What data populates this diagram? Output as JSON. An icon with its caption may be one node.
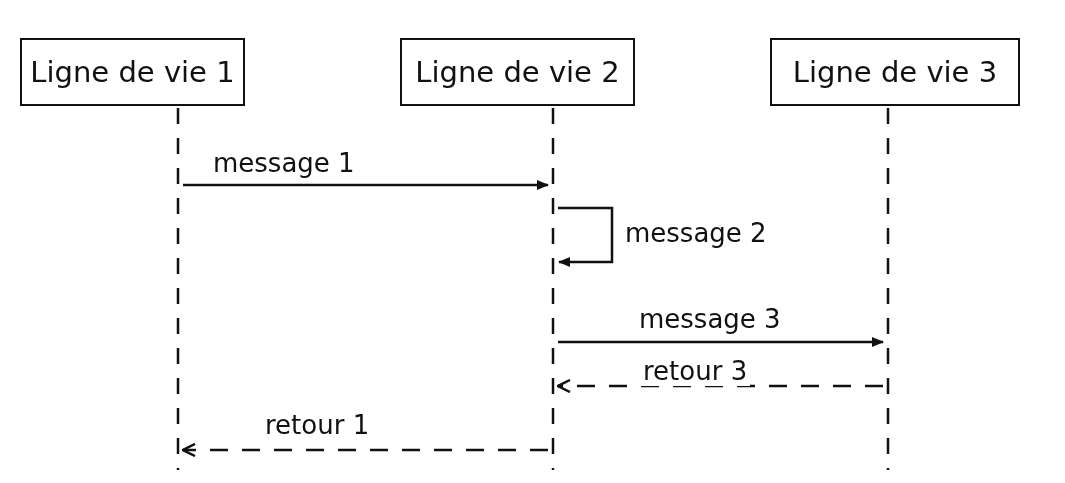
{
  "diagram": {
    "nodes": [
      {
        "text": [
          "Ligne de vie 1"
        ]
      },
      {
        "text": [
          "Ligne de vie 2"
        ]
      },
      {
        "text": [
          "Ligne de vie 3"
        ]
      },
      {
        "text": [],
        "shape": "line"
      },
      {
        "text": [],
        "shape": "line"
      },
      {
        "text": [],
        "shape": "line"
      }
    ],
    "edges": [
      {
        "from": 3,
        "to": 4,
        "arrow": "to",
        "label": "message 1"
      },
      {
        "from": 4,
        "to": 4,
        "arrow": "to",
        "label": "message 2"
      },
      {
        "from": 4,
        "to": 5,
        "arrow": "to",
        "label": "message 3"
      },
      {
        "from": 5,
        "to": 4,
        "arrow": "to",
        "label": "retour 3",
        "style": "dashed"
      },
      {
        "from": 4,
        "to": 3,
        "arrow": "to",
        "label": "retour 1",
        "style": "dashed"
      }
    ]
  }
}
